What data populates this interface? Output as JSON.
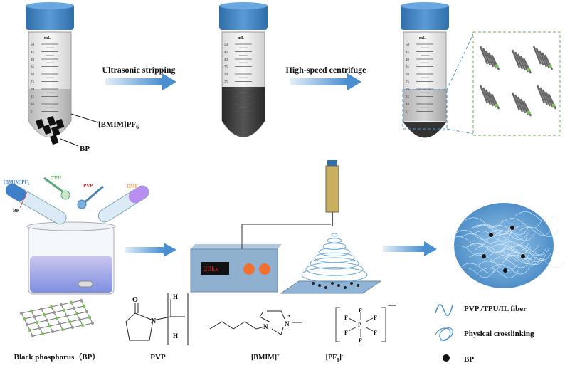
{
  "top_row": {
    "tube_unit": "mL",
    "tube_scale": [
      "50",
      "45",
      "40",
      "35",
      "30",
      "25",
      "20",
      "15",
      "10",
      "5"
    ],
    "step1_label": "Ultrasonic stripping",
    "step2_label": "High-speed centrifuge",
    "ionic_liquid_label": "[BMIM]PF",
    "ionic_liquid_sub": "6",
    "bp_label": "BP"
  },
  "middle_row": {
    "mix_labels": {
      "il": "[BMIM]PF",
      "il_sub": "6",
      "bp": "BP",
      "tpu": "TPU",
      "pvp": "PVP",
      "dmf": "DMF"
    },
    "power_display": "20kv"
  },
  "bottom_row": {
    "black_phosphorus": "Black phosphorus（BP）",
    "pvp": "PVP",
    "pvp_atoms": {
      "o": "O",
      "n": "N",
      "h1": "H",
      "h2": "H"
    },
    "bmim": "[BMIM]",
    "bmim_charge": "+",
    "bmim_atoms": {
      "n1": "N",
      "n2": "N",
      "plus": "+"
    },
    "pf6": "[PF",
    "pf6_sub": "6",
    "pf6_tail": "]",
    "pf6_charge": "-",
    "pf6_atoms": {
      "p": "P",
      "f": "F",
      "charge": "—"
    }
  },
  "legend": {
    "items": [
      {
        "label": "PVP /TPU/IL fiber",
        "icon": "fiber-curve-icon"
      },
      {
        "label": "Physical crosslinking",
        "icon": "crosslink-tangle-icon"
      },
      {
        "label": "BP",
        "icon": "black-dot-icon"
      }
    ]
  },
  "colors": {
    "arrow": "#5b9bd5",
    "cap": "#3a78b8",
    "fiber": "#6aa6d6",
    "display_text": "#e02020",
    "knob": "#f07030",
    "dashed_box": "#6ab04c"
  }
}
